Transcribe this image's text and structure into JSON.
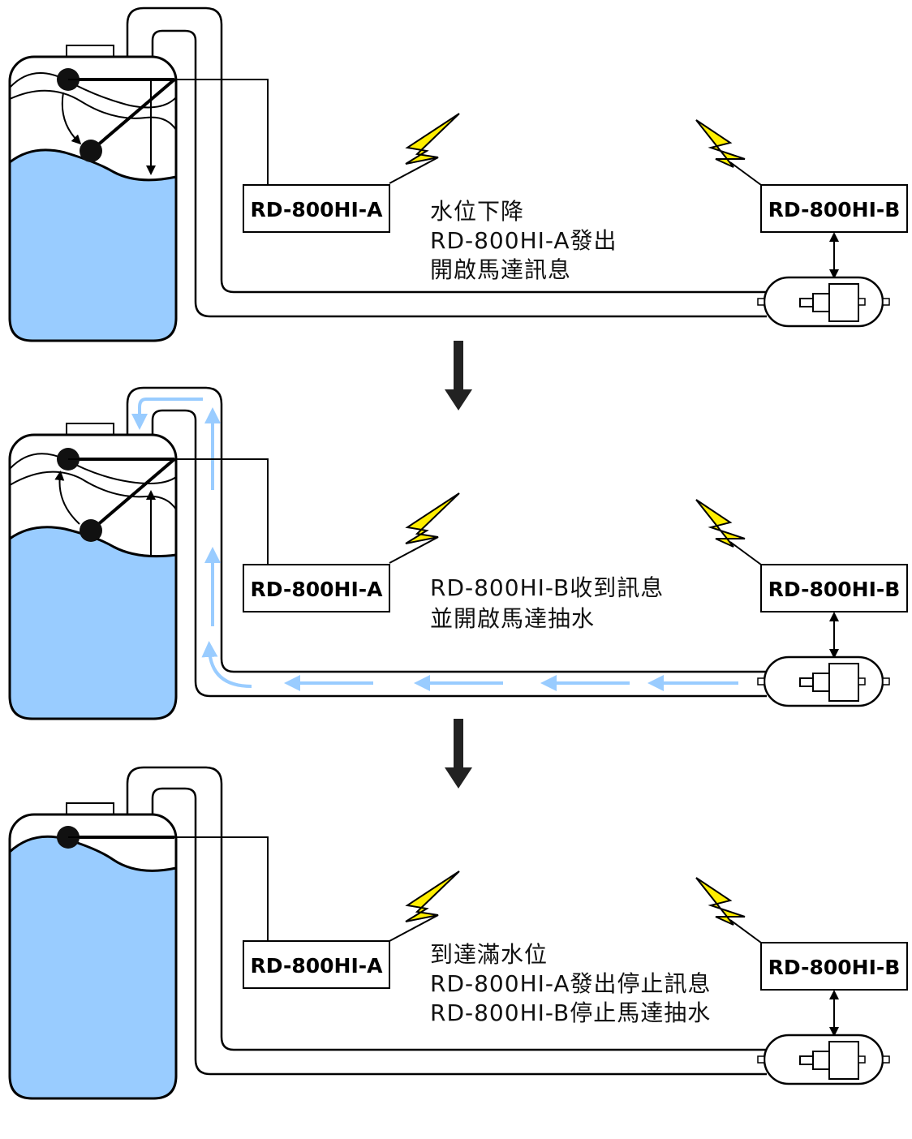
{
  "colors": {
    "water": "#99ccff",
    "flow_arrow": "#99ccff",
    "lightning": "#ffee00",
    "outline": "#000000"
  },
  "stages": [
    {
      "device_a_label": "RD-800HI-A",
      "device_b_label": "RD-800HI-B",
      "caption_lines": [
        "水位下降",
        "RD-800HI-A發出",
        "開啟馬達訊息"
      ],
      "water_level": "low",
      "pumping": false
    },
    {
      "device_a_label": "RD-800HI-A",
      "device_b_label": "RD-800HI-B",
      "caption_lines": [
        "RD-800HI-B收到訊息",
        "並開啟馬達抽水"
      ],
      "water_level": "rising",
      "pumping": true
    },
    {
      "device_a_label": "RD-800HI-A",
      "device_b_label": "RD-800HI-B",
      "caption_lines": [
        "到達滿水位",
        "RD-800HI-A發出停止訊息",
        "RD-800HI-B停止馬達抽水"
      ],
      "water_level": "full",
      "pumping": false
    }
  ],
  "icons": [
    "water-tank-icon",
    "float-switch-icon",
    "lightning-signal-icon",
    "pump-motor-icon",
    "down-arrow-icon"
  ]
}
